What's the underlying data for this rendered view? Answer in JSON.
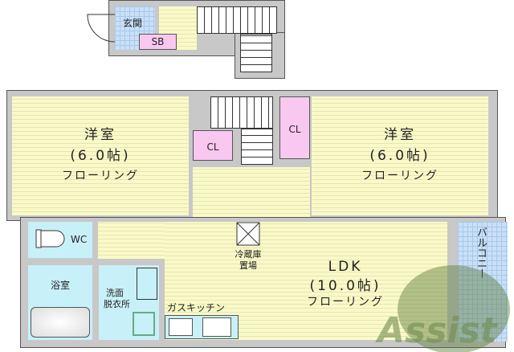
{
  "upper_floor": {
    "entrance": "玄関",
    "shoe_box": "SB"
  },
  "rooms": {
    "western_left": {
      "name": "洋室",
      "size": "(6.0帖)",
      "floor": "フローリング"
    },
    "western_right": {
      "name": "洋室",
      "size": "(6.0帖)",
      "floor": "フローリング"
    },
    "closet_left": "CL",
    "closet_right": "CL",
    "wc": "WC",
    "bath": "浴室",
    "washroom": [
      "洗面",
      "脱衣所"
    ],
    "fridge": [
      "冷蔵庫",
      "置場"
    ],
    "ldk": {
      "name": "LDK",
      "size": "(10.0帖)",
      "floor": "フローリング"
    },
    "kitchen": "ガスキッチン",
    "balcony": "バルコニー"
  },
  "watermark": "Assist",
  "colors": {
    "flooring": "#fafac8",
    "wet_area": "#c8f0f8",
    "closet": "#f8c8f0",
    "wall": "#c8c8c8",
    "watermark": "#5a7a3a"
  }
}
